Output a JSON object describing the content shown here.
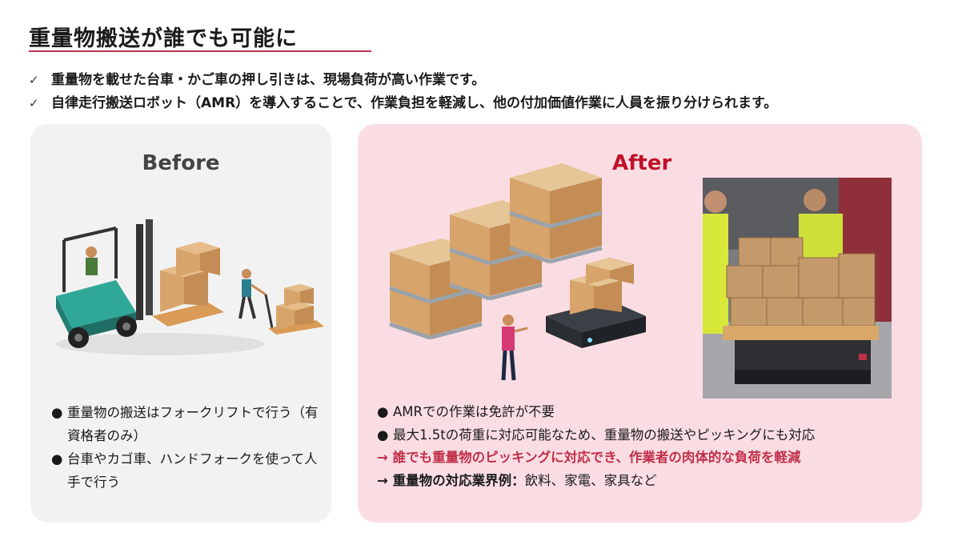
{
  "title": "重量物搬送が誰でも可能に",
  "bullets": [
    "重量物を載せた台車・かご車の押し引きは、現場負荷が高い作業です。",
    "自律走行搬送ロボット（AMR）を導入することで、作業負担を軽減し、他の付加価値作業に人員を振り分けられます。"
  ],
  "check_glyph": "✓",
  "before": {
    "heading": "Before",
    "items": [
      "重量物の搬送はフォークリフトで行う（有資格者のみ）",
      "台車やカゴ車、ハンドフォークを使って人手で行う"
    ]
  },
  "after": {
    "heading": "After",
    "items": [
      "AMRでの作業は免許が不要",
      "最大1.5tの荷重に対応可能なため、重量物の搬送やピッキングにも対応"
    ],
    "highlight": "→ 誰でも重量物のピッキングに対応でき、作業者の肉体的な負荷を軽減",
    "examples_label": "→ 重量物の対応業界例：",
    "examples_value": "飲料、家電、家具など"
  },
  "bullet_glyph": "●",
  "colors": {
    "accent": "#c0304a",
    "after_heading": "#c0102a",
    "before_panel": "#f2f2f2",
    "after_panel": "#fadde3"
  }
}
